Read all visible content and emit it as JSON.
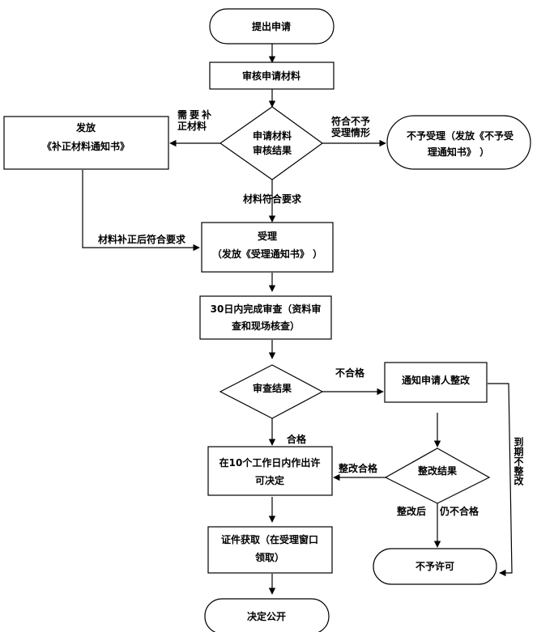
{
  "nodes": {
    "submit": "提出申请",
    "review_materials": "审核申请材料",
    "review_result_line1": "申请材料",
    "review_result_line2": "审核结果",
    "issue_supplement_line1": "发放",
    "issue_supplement_line2": "《补正材料通知书》",
    "reject_accept_line1": "不予受理（发放《不予受",
    "reject_accept_line2": "理通知书》 ）",
    "accept_line1": "受理",
    "accept_line2": "（发放《受理通知书》 ）",
    "review30_line1": "30日内完成审查（资料审",
    "review30_line2": "查和现场核查）",
    "check_result": "审查结果",
    "notify_rectify": "通知申请人整改",
    "decide_line1": "在10个工作日内作出许",
    "decide_line2": "可决定",
    "rectify_result": "整改结果",
    "certificate_line1": "证件获取（在受理窗口",
    "certificate_line2": "领取）",
    "deny": "不予许可",
    "publish": "决定公开"
  },
  "edges": {
    "need_supplement_line1": "需要补",
    "need_supplement_line2": "正材料",
    "not_accept_line1": "符合不予",
    "not_accept_line2": "受理情形",
    "materials_ok": "材料符合要求",
    "supplement_ok": "材料补正后符合要求",
    "fail": "不合格",
    "pass": "合格",
    "rectify_pass": "整改合格",
    "rectify_after": "整改后",
    "still_fail": "仍不合格",
    "overdue": "到期不整改"
  }
}
